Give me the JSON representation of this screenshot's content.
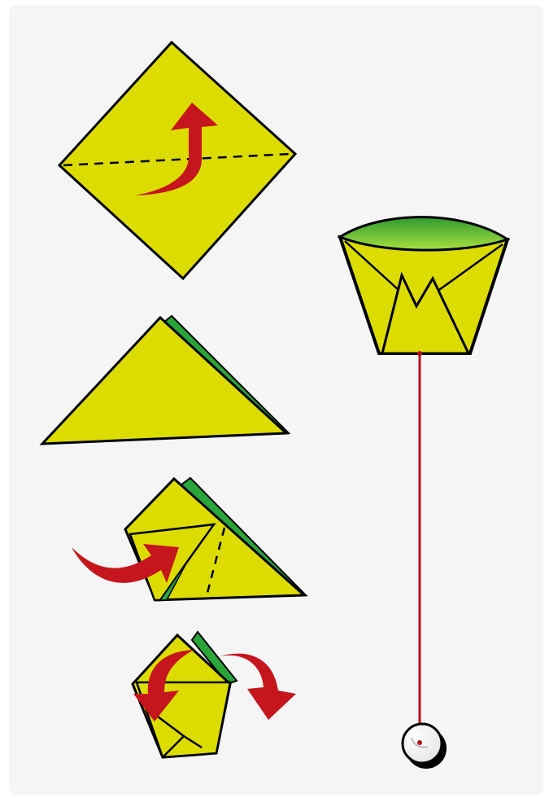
{
  "title": "",
  "colors": {
    "paper": "#dcdc00",
    "paper_back": "#2aa53a",
    "cup_top_light": "#9fdc3a",
    "arrow": "#c4161c",
    "string": "#b3121a",
    "outline": "#000000",
    "background": "#f5f5f5"
  },
  "steps": [
    {
      "id": "step-1",
      "shape": "square-diamond",
      "fold_line": "dashed-horizontal",
      "arrow": "fold-up"
    },
    {
      "id": "step-2",
      "shape": "triangle",
      "arrow": null
    },
    {
      "id": "step-3",
      "shape": "triangle-left-corner-folded",
      "fold_line": "dashed",
      "arrow": "fold-right"
    },
    {
      "id": "step-4",
      "shape": "cup-partial",
      "arrow": "fold-flaps-down"
    }
  ],
  "result": {
    "shape": "cup-with-string-and-ball"
  }
}
